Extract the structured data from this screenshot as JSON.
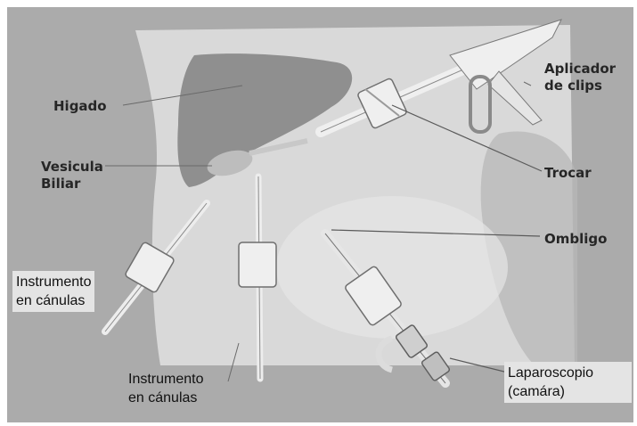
{
  "labels": {
    "higado": "Higado",
    "vesicula_line1": "Vesicula",
    "vesicula_line2": "Biliar",
    "aplicador_line1": "Aplicador",
    "aplicador_line2": "de clips",
    "trocar": "Trocar",
    "ombligo": "Ombligo",
    "instrumento_left_line1": "Instrumento",
    "instrumento_left_line2": "en cánulas",
    "instrumento_bottom_line1": "Instrumento",
    "instrumento_bottom_line2": "en cánulas",
    "laparoscopio_line1": "Laparoscopio",
    "laparoscopio_line2": "(camára)"
  },
  "colors": {
    "background": "#ababab",
    "body": "#d9d9d9",
    "liver": "#8f8f8f",
    "instrument": "#efefef"
  }
}
